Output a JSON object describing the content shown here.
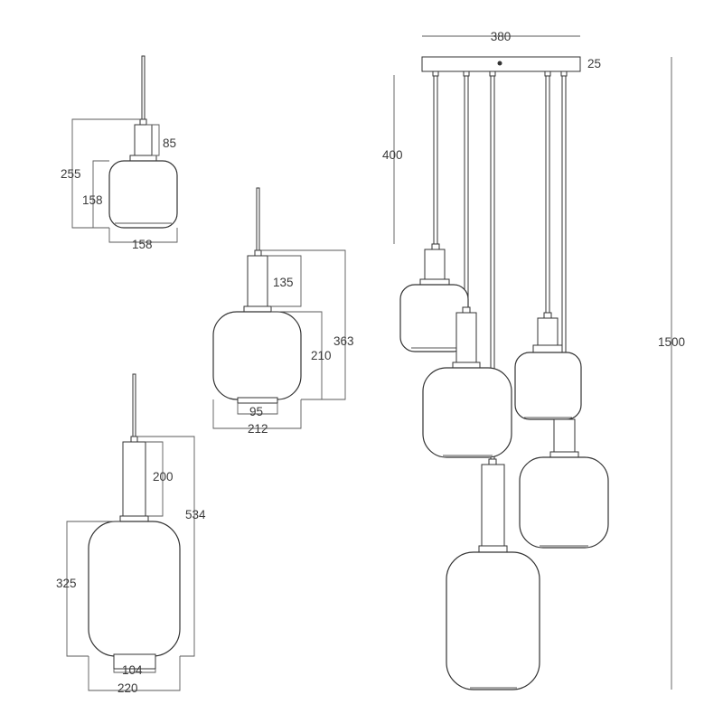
{
  "labels": {
    "small_cap_height": "85",
    "small_total_height": "255",
    "small_glass_height": "158",
    "small_glass_width": "158",
    "medium_cap_height": "135",
    "medium_glass_height": "210",
    "medium_total_height": "363",
    "medium_bottom_width": "95",
    "medium_glass_width": "212",
    "large_cap_height": "200",
    "large_total_height": "534",
    "large_glass_height": "325",
    "large_bottom_width": "104",
    "large_glass_width": "220",
    "canopy_width": "380",
    "canopy_height": "25",
    "cable_length": "400",
    "overall_height": "1500"
  }
}
